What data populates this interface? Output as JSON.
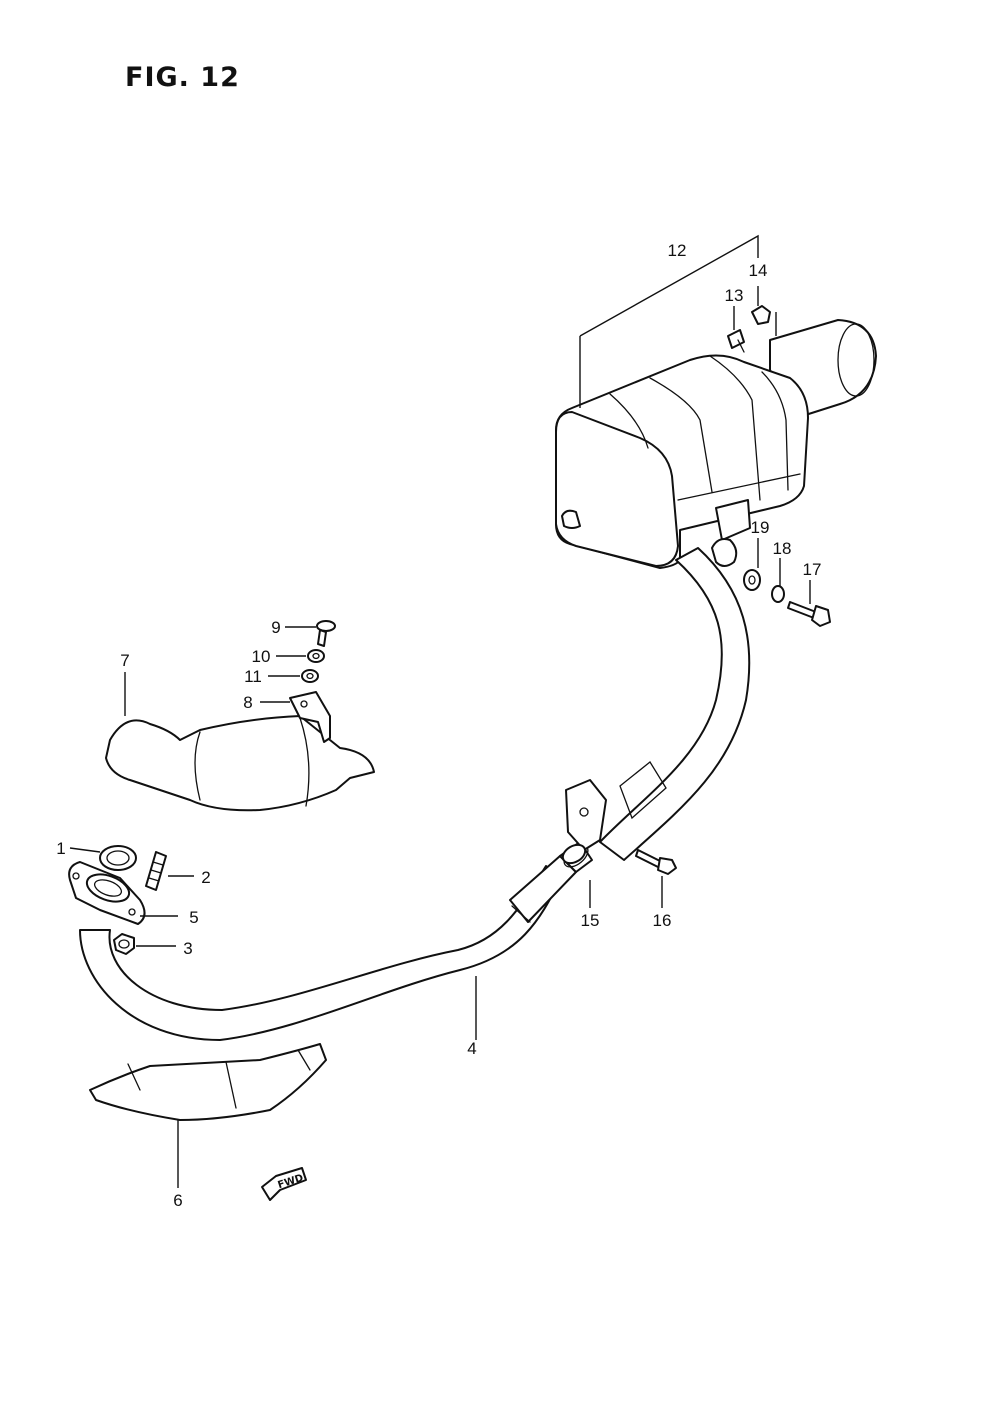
{
  "figure": {
    "title": "FIG. 12",
    "fwd_label": "FWD"
  },
  "parts": [
    {
      "number": "1",
      "name": "gasket"
    },
    {
      "number": "2",
      "name": "stud"
    },
    {
      "number": "3",
      "name": "nut"
    },
    {
      "number": "4",
      "name": "exhaust pipe"
    },
    {
      "number": "5",
      "name": "flange"
    },
    {
      "number": "6",
      "name": "lower heat shield"
    },
    {
      "number": "7",
      "name": "upper heat shield"
    },
    {
      "number": "8",
      "name": "clamp"
    },
    {
      "number": "9",
      "name": "screw"
    },
    {
      "number": "10",
      "name": "washer"
    },
    {
      "number": "11",
      "name": "washer"
    },
    {
      "number": "12",
      "name": "muffler"
    },
    {
      "number": "13",
      "name": "bolt"
    },
    {
      "number": "14",
      "name": "nut"
    },
    {
      "number": "15",
      "name": "gasket"
    },
    {
      "number": "16",
      "name": "bolt"
    },
    {
      "number": "17",
      "name": "bolt"
    },
    {
      "number": "18",
      "name": "washer"
    },
    {
      "number": "19",
      "name": "washer"
    }
  ]
}
